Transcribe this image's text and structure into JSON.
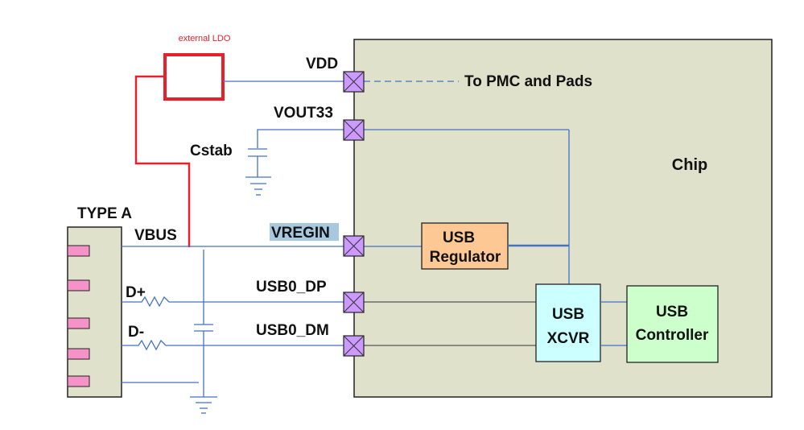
{
  "diagram": {
    "external_ldo_label": "external LDO",
    "chip_label": "Chip",
    "connector_label": "TYPE A",
    "pins": {
      "vdd": "VDD",
      "vout33": "VOUT33",
      "vregin": "VREGIN",
      "usb0_dp": "USB0_DP",
      "usb0_dm": "USB0_DM"
    },
    "signals": {
      "vbus": "VBUS",
      "d_plus": "D+",
      "d_minus": "D-",
      "cstab": "Cstab",
      "to_pmc": "To PMC and Pads"
    },
    "blocks": {
      "regulator": [
        "USB",
        "Regulator"
      ],
      "xcvr": [
        "USB",
        "XCVR"
      ],
      "controller": [
        "USB",
        "Controller"
      ]
    },
    "colors": {
      "chip_fill": "#dfe1cb",
      "pad_fill": "#cc99ff",
      "connector_pin": "#f593c8",
      "regulator_fill": "#fdc894",
      "xcvr_fill": "#ccffff",
      "controller_fill": "#ccffcc",
      "wire": "#4472c4",
      "ldo_red": "#e8202a",
      "vregin_highlight": "#a8c8e0"
    }
  }
}
